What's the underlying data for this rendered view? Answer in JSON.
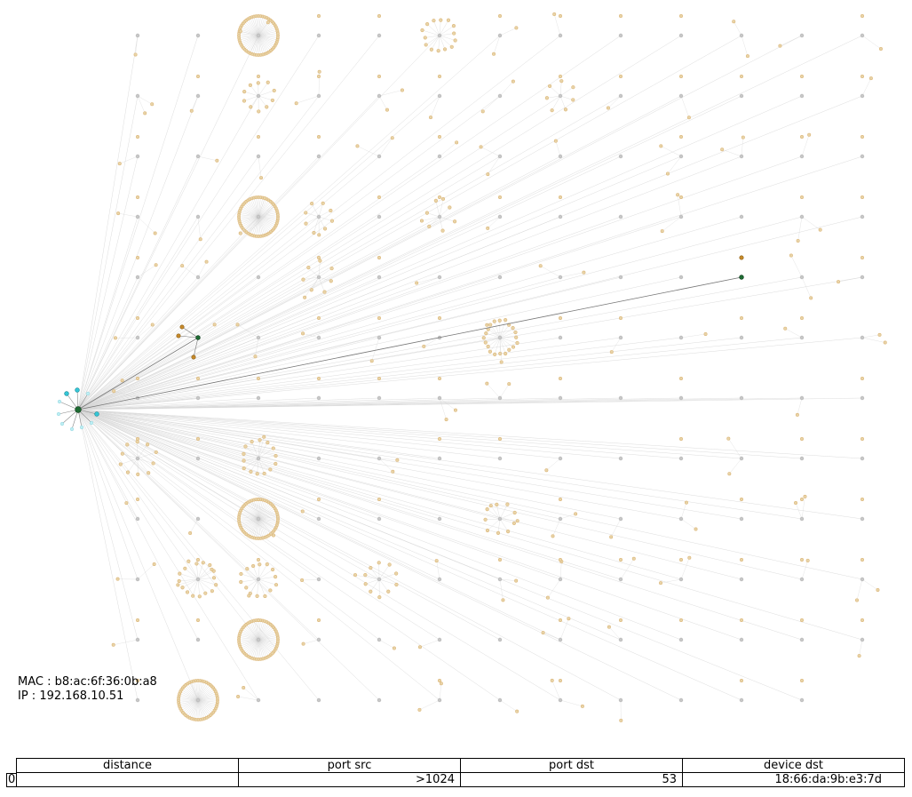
{
  "device_info": {
    "mac_line": "MAC : b8:ac:6f:36:0b:a8",
    "ip_line": "IP : 192.168.10.51"
  },
  "table": {
    "headers": [
      "distance",
      "port src",
      "port dst",
      "device dst"
    ],
    "rows": [
      {
        "index": "0",
        "cells": [
          "",
          ">1024",
          "53",
          "18:66:da:9b:e3:7d"
        ]
      }
    ]
  },
  "colors": {
    "hub_node": "#1e6b33",
    "hub_neighbors": "#35c6d6",
    "grid_node": "#c8c8c8",
    "leaf_node": "#e8d4a8",
    "active_leaf": "#c68a2a",
    "active_target": "#1e6b33",
    "edge": "#d8d8d8",
    "active_edge": "#777777"
  }
}
